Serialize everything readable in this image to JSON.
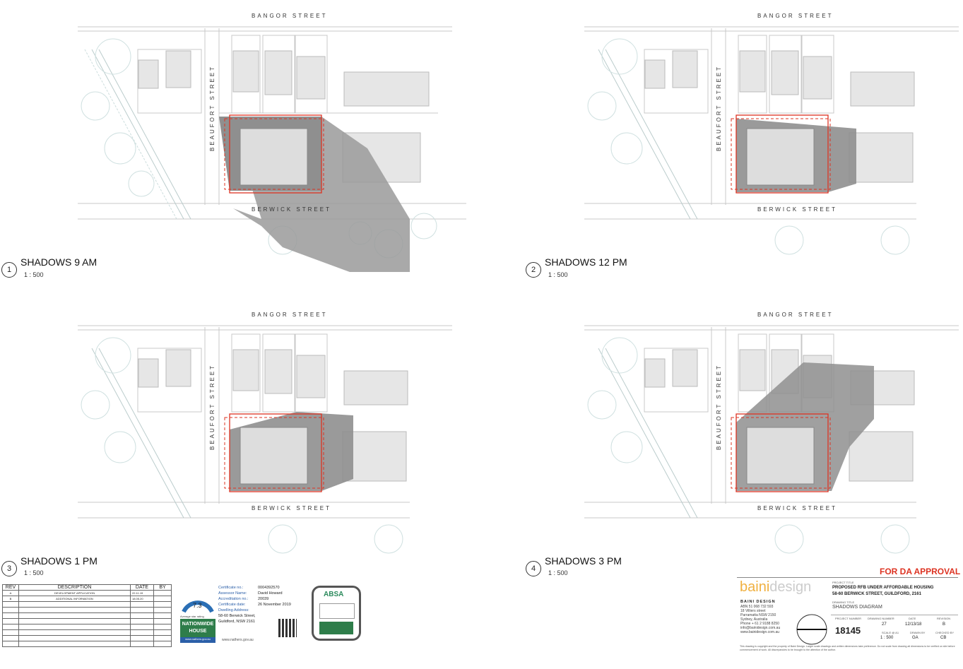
{
  "streets": {
    "north": "BANGOR   STREET",
    "south": "BERWICK   STREET",
    "west": "BEAUFORT   STREET"
  },
  "views": [
    {
      "num": "1",
      "title": "SHADOWS 9 AM",
      "scale": "1 : 500"
    },
    {
      "num": "2",
      "title": "SHADOWS 12 PM",
      "scale": "1 : 500"
    },
    {
      "num": "3",
      "title": "SHADOWS 1 PM",
      "scale": "1 : 500"
    },
    {
      "num": "4",
      "title": "SHADOWS 3 PM",
      "scale": "1 : 500"
    }
  ],
  "revisions": {
    "headers": [
      "REV",
      "DESCRIPTION",
      "DATE",
      "BY"
    ],
    "rows": [
      [
        "A",
        "DEVELOPMENT APPLICATION",
        "22.11.19",
        ""
      ],
      [
        "B",
        "ADDITIONAL INFORMATION",
        "18.05.20",
        ""
      ]
    ]
  },
  "nathers": {
    "stars": "7.3",
    "caption": "Average star rating",
    "brand": "NATIONWIDE HOUSE",
    "site": "www.nathers.gov.au",
    "fields": [
      [
        "Certificate no.:",
        "0004392570"
      ],
      [
        "Assessor Name:",
        "David Howard"
      ],
      [
        "Accreditation no.:",
        "20039"
      ],
      [
        "Certificate date:",
        "26 November 2019"
      ],
      [
        "Dwelling Address:",
        "58-60 Berwick Street, Guildford, NSW 2161"
      ]
    ],
    "footer": "www.nathers.gov.au"
  },
  "absa": {
    "label": "ABSA"
  },
  "titleblock": {
    "status": "FOR DA APPROVAL",
    "brand_a": "baini",
    "brand_b": "design",
    "company": "BAINI DESIGN",
    "address_lines": [
      "ABN 51 068 732 593",
      "18 Villiers street",
      "Parramatta NSW 2150",
      "Sydney, Australia",
      "Phone + 61 2 9188 8250",
      "info@bainidesign.com.au",
      "www.bainidesign.com.au"
    ],
    "project_title_label": "PROJECT TITLE",
    "project_title": "PROPOSED RFB UNDER AFFORDABLE HOUSING",
    "project_address": "58-60 BERWICK STREET, GUILDFORD, 2161",
    "drawing_title_label": "DRAWING TITLE",
    "drawing_title": "SHADOWS DIAGRAM",
    "project_number_label": "PROJECT NUMBER",
    "project_number": "18145",
    "drawing_number_label": "DRAWING NUMBER",
    "drawing_number": "27",
    "date_label": "DATE",
    "date": "12/13/18",
    "revision_label": "REVISION",
    "revision": "B",
    "scale_label": "SCALE @ A1",
    "scale": "1 : 500",
    "drawn_label": "DRAWN BY",
    "drawn": "GA",
    "checked_label": "CHECKED BY",
    "checked": "CB",
    "disclaimer": "This drawing is copyright and the property of Baini Design. Larger scale drawings and written dimensions take preference. Do not scale from drawing all dimensions to be verified on site before commencement of work. All discrepancies to be brought to the attention of the author."
  }
}
